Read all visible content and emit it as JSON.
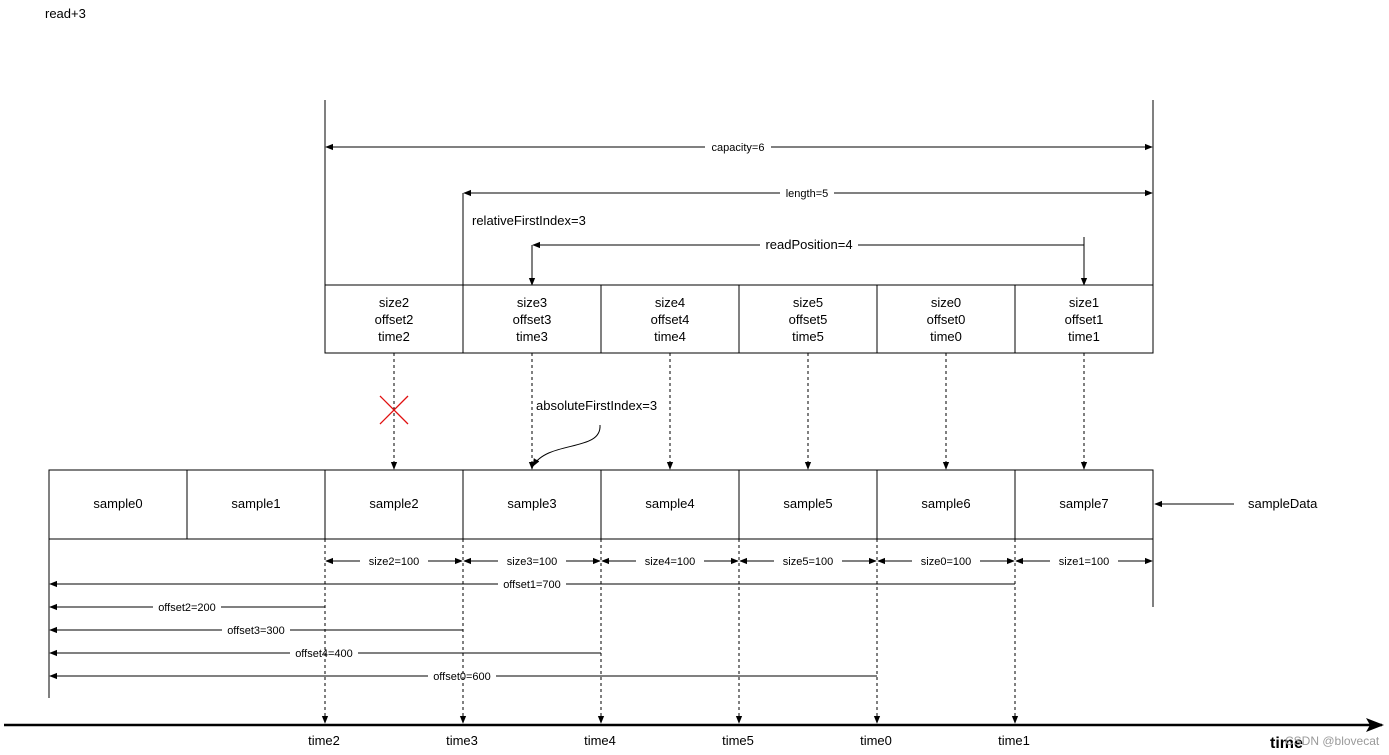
{
  "corner_note": "read+3",
  "spans": {
    "capacity": "capacity=6",
    "length": "length=5",
    "relative_first_index": "relativeFirstIndex=3",
    "read_position": "readPosition=4",
    "absolute_first_index": "absoluteFirstIndex=3"
  },
  "ring_cells": [
    [
      "size2",
      "offset2",
      "time2"
    ],
    [
      "size3",
      "offset3",
      "time3"
    ],
    [
      "size4",
      "offset4",
      "time4"
    ],
    [
      "size5",
      "offset5",
      "time5"
    ],
    [
      "size0",
      "offset0",
      "time0"
    ],
    [
      "size1",
      "offset1",
      "time1"
    ]
  ],
  "samples": [
    "sample0",
    "sample1",
    "sample2",
    "sample3",
    "sample4",
    "sample5",
    "sample6",
    "sample7"
  ],
  "sample_data_label": "sampleData",
  "size_labels": [
    "size2=100",
    "size3=100",
    "size4=100",
    "size5=100",
    "size0=100",
    "size1=100"
  ],
  "offset_labels": [
    "offset1=700",
    "offset2=200",
    "offset3=300",
    "offset4=400",
    "offset0=600"
  ],
  "time_labels": [
    "time2",
    "time3",
    "time4",
    "time5",
    "time0",
    "time1"
  ],
  "time_axis_label": "time",
  "watermark": "CSDN @blovecat",
  "colors": {
    "line": "#000000",
    "cross": "#e01010",
    "watermark": "#9a9a9a"
  }
}
